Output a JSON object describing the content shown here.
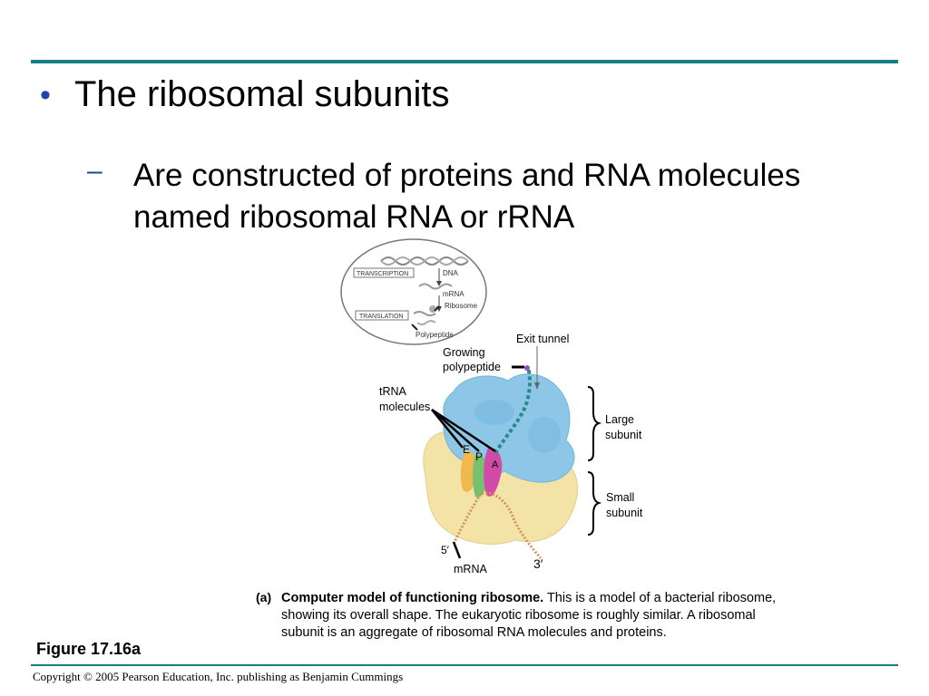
{
  "slide": {
    "bullet": "The ribosomal subunits",
    "sub_bullet": "Are constructed of proteins and RNA molecules named ribosomal RNA or rRNA",
    "figure_label": "Figure 17.16a",
    "copyright": "Copyright © 2005 Pearson Education, Inc. publishing as Benjamin Cummings"
  },
  "figure": {
    "inset": {
      "transcription": "TRANSCRIPTION",
      "translation": "TRANSLATION",
      "dna": "DNA",
      "mrna": "mRNA",
      "ribosome": "Ribosome",
      "polypeptide": "Polypeptide"
    },
    "labels": {
      "exit_tunnel": "Exit tunnel",
      "growing_1": "Growing",
      "growing_2": "polypeptide",
      "trna_1": "tRNA",
      "trna_2": "molecules",
      "large_1": "Large",
      "large_2": "subunit",
      "small_1": "Small",
      "small_2": "subunit",
      "site_e": "E",
      "site_p": "P",
      "site_a": "A",
      "five_prime": "5′",
      "three_prime": "3′",
      "mrna": "mRNA"
    },
    "caption_tag": "(a)",
    "caption_bold": "Computer model of functioning ribosome.",
    "caption_rest": " This is a model of a bacterial ribosome, showing its overall shape. The eukaryotic ribosome is roughly similar. A ribosomal subunit is an aggregate of ribosomal RNA molecules and proteins."
  },
  "colors": {
    "rule": "#1a7f84",
    "bullet": "#2244aa",
    "large_subunit": "#8ec6e8",
    "small_subunit": "#f3e3a6"
  }
}
